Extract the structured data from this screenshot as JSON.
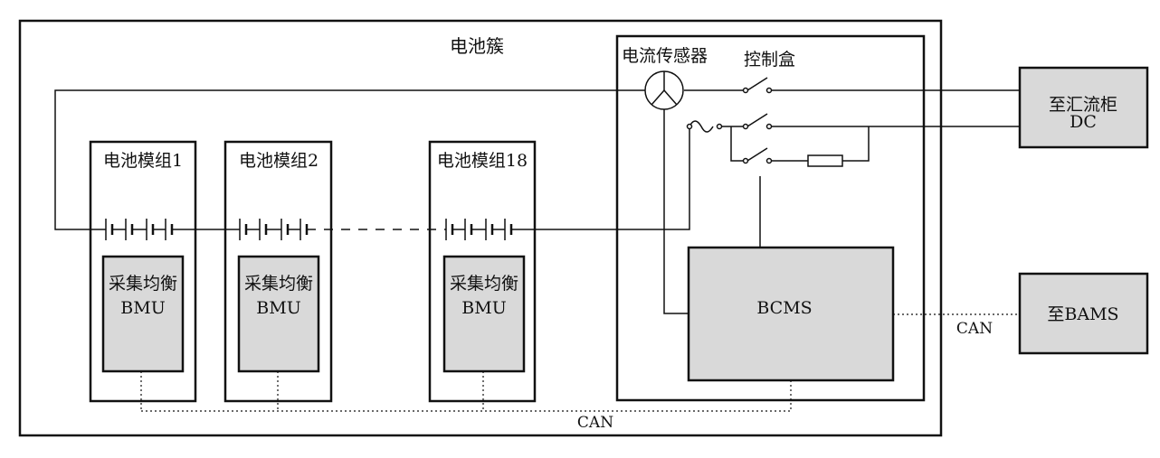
{
  "cluster": {
    "title": "电池簇"
  },
  "modules": [
    {
      "title": "电池模组1",
      "bmu_line1": "采集均衡",
      "bmu_line2": "BMU"
    },
    {
      "title": "电池模组2",
      "bmu_line1": "采集均衡",
      "bmu_line2": "BMU"
    },
    {
      "title": "电池模组18",
      "bmu_line1": "采集均衡",
      "bmu_line2": "BMU"
    }
  ],
  "control_box": {
    "sensor_label": "电流传感器",
    "box_label": "控制盒",
    "bcms_label": "BCMS"
  },
  "external": {
    "dc_line1": "至汇流柜",
    "dc_line2": "DC",
    "bams_label": "至BAMS"
  },
  "bus": {
    "can_internal": "CAN",
    "can_external": "CAN"
  },
  "colors": {
    "line": "#111111",
    "fill_gray": "#d9d9d9"
  }
}
